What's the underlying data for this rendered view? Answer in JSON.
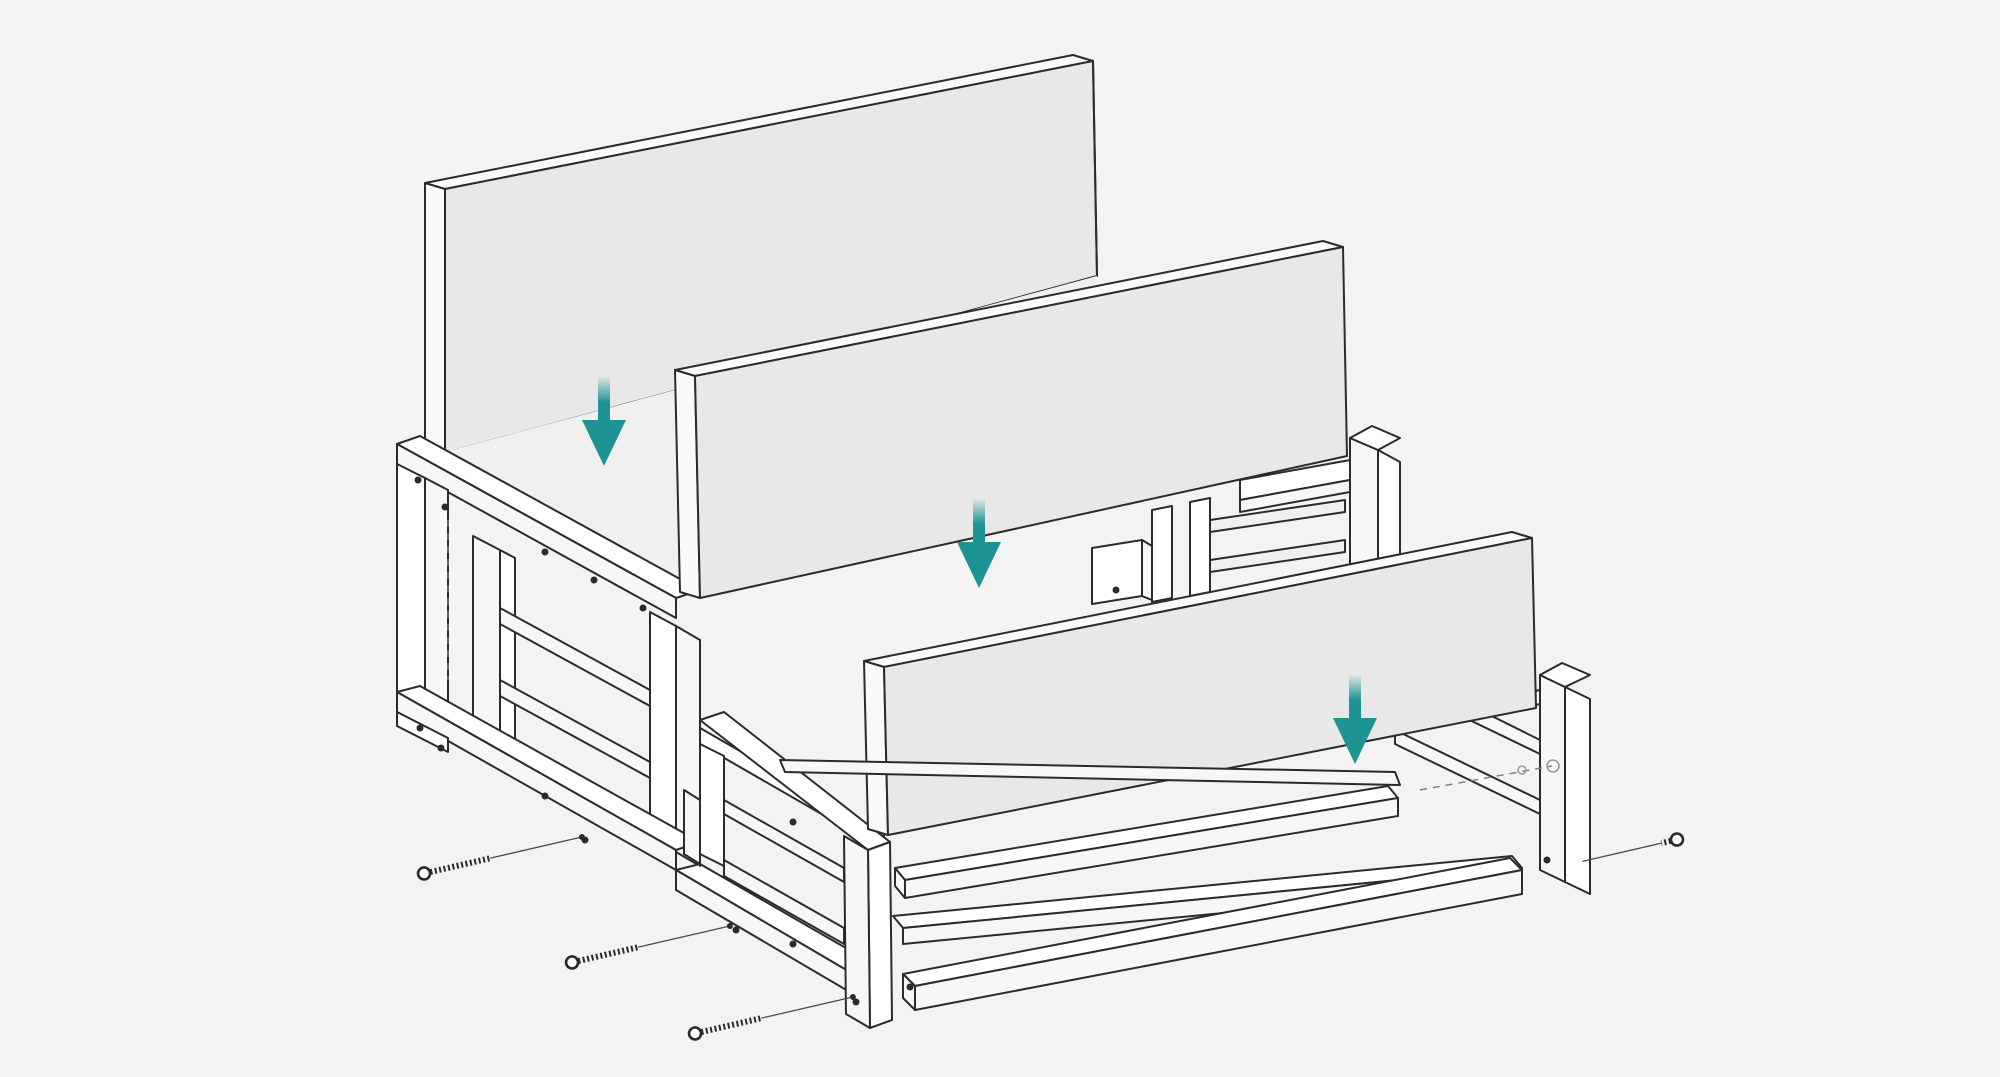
{
  "diagram": {
    "kind": "exploded-assembly-view",
    "subject": "wooden-frame-with-three-inserted-panels",
    "colors": {
      "background": "#f3f3f3",
      "outline": "#2b2b2b",
      "panel_face": "#e8e8e8",
      "frame_face": "#ffffff",
      "arrow_accent": "#1e9393"
    },
    "icons": [
      "down-arrow-icon",
      "screw-icon"
    ],
    "panels": [
      {
        "name": "back-panel",
        "direction": "down"
      },
      {
        "name": "middle-panel",
        "direction": "down"
      },
      {
        "name": "front-panel",
        "direction": "down"
      }
    ],
    "screws": [
      {
        "name": "screw-left-1"
      },
      {
        "name": "screw-left-2"
      },
      {
        "name": "screw-left-3"
      },
      {
        "name": "screw-right-1"
      }
    ]
  }
}
